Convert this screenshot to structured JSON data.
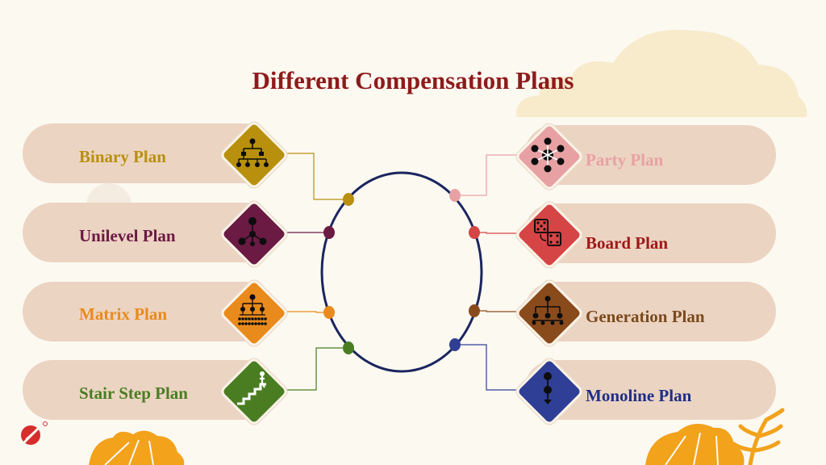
{
  "title": "Different Compensation Plans",
  "plans_left": [
    {
      "label": "Binary Plan",
      "color": "#b8900d",
      "icon": "binary-tree-icon"
    },
    {
      "label": "Unilevel Plan",
      "color": "#6b1a44",
      "icon": "unilevel-network-icon"
    },
    {
      "label": "Matrix Plan",
      "color": "#e98a1c",
      "icon": "matrix-tree-icon"
    },
    {
      "label": "Stair Step Plan",
      "color": "#4a7d22",
      "icon": "stair-step-icon"
    }
  ],
  "plans_right": [
    {
      "label": "Party Plan",
      "color": "#e8a1a3",
      "icon": "party-network-icon"
    },
    {
      "label": "Board Plan",
      "color": "#d64545",
      "label_color": "#a01818",
      "icon": "dice-icon"
    },
    {
      "label": "Generation Plan",
      "color": "#8a4b1c",
      "label_color": "#7a4a1e",
      "icon": "generation-tree-icon"
    },
    {
      "label": "Monoline Plan",
      "color": "#2f3f96",
      "label_color": "#1f2f86",
      "icon": "monoline-chain-icon"
    }
  ],
  "colors": {
    "background": "#fcf9f1",
    "pill": "#ecd4c2",
    "title": "#8d1b1b",
    "ring": "#1b2560",
    "cloud": "#f7ebcc",
    "decoration": "#f2a21b"
  }
}
